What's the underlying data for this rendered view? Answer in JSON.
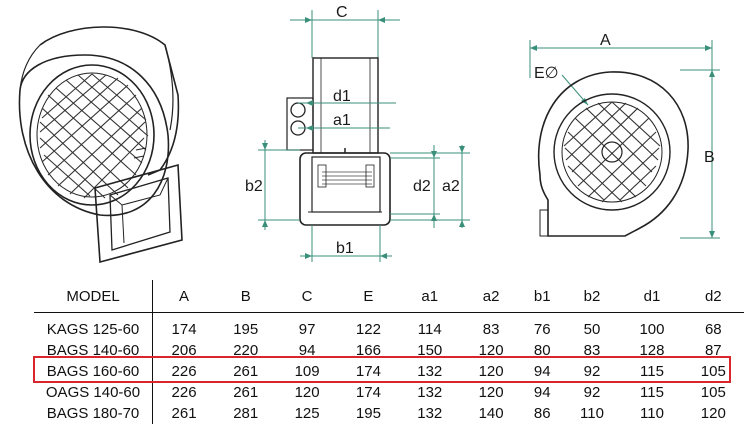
{
  "drawing_labels": {
    "front": {
      "c": "C",
      "d1": "d1",
      "a1": "a1",
      "b2": "b2",
      "d2": "d2",
      "a2": "a2",
      "b1": "b1"
    },
    "side": {
      "a": "A",
      "e": "E∅",
      "b": "B"
    }
  },
  "table": {
    "headers": [
      "MODEL",
      "A",
      "B",
      "C",
      "E",
      "a1",
      "a2",
      "b1",
      "b2",
      "d1",
      "d2"
    ],
    "rows": [
      {
        "cells": [
          "KAGS 125-60",
          "174",
          "195",
          "97",
          "122",
          "114",
          "83",
          "76",
          "50",
          "100",
          "68"
        ],
        "highlighted": false
      },
      {
        "cells": [
          "BAGS 140-60",
          "206",
          "220",
          "94",
          "166",
          "150",
          "120",
          "80",
          "83",
          "128",
          "87"
        ],
        "highlighted": false
      },
      {
        "cells": [
          "BAGS 160-60",
          "226",
          "261",
          "109",
          "174",
          "132",
          "120",
          "94",
          "92",
          "115",
          "105"
        ],
        "highlighted": true
      },
      {
        "cells": [
          "OAGS 140-60",
          "226",
          "261",
          "120",
          "174",
          "132",
          "120",
          "94",
          "92",
          "115",
          "105"
        ],
        "highlighted": false
      },
      {
        "cells": [
          "BAGS 180-70",
          "261",
          "281",
          "125",
          "195",
          "132",
          "140",
          "86",
          "110",
          "110",
          "120"
        ],
        "highlighted": false
      }
    ]
  },
  "colors": {
    "highlight": "#d9262c",
    "dimension_line": "#3a8f7a"
  }
}
